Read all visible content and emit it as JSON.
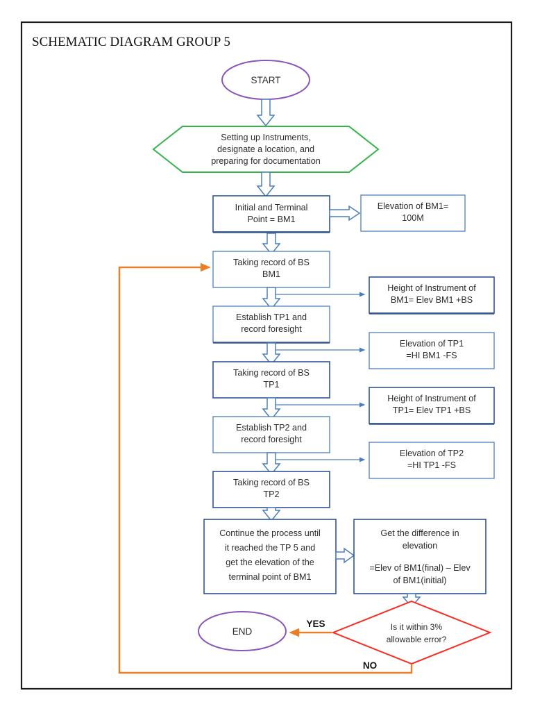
{
  "document": {
    "title": "SCHEMATIC DIAGRAM GROUP 5",
    "frame_color": "#1a1a1a",
    "background": "#ffffff"
  },
  "palette": {
    "terminator_border": "#8a56ba",
    "preparation_border": "#35b44a",
    "process_border": "#2e5496",
    "note_border": "#4a7ebb",
    "decision_border": "#fb2b20",
    "loop_arrow": "#ee7d23",
    "flow_arrow": "#4a7ebb",
    "text": "#2b2b2b"
  },
  "nodes": {
    "start": {
      "shape": "oval",
      "label": "START"
    },
    "prepare": {
      "shape": "hexagon",
      "lines": [
        "Setting up Instruments,",
        "designate a location, and",
        "preparing for documentation"
      ]
    },
    "initial_terminal": {
      "shape": "process",
      "lines": [
        "Initial and Terminal",
        "Point = BM1"
      ]
    },
    "elev_bm1": {
      "shape": "note",
      "lines": [
        "Elevation of BM1=",
        "100M"
      ]
    },
    "bs_bm1": {
      "shape": "process",
      "lines": [
        "Taking record of BS",
        "BM1"
      ]
    },
    "hi_bm1": {
      "shape": "note",
      "lines": [
        "Height of Instrument of",
        "BM1= Elev BM1 +BS"
      ]
    },
    "tp1_foresight": {
      "shape": "process",
      "lines": [
        "Establish TP1 and",
        "record foresight"
      ]
    },
    "elev_tp1": {
      "shape": "note",
      "lines": [
        "Elevation of TP1",
        "=HI BM1 -FS"
      ]
    },
    "bs_tp1": {
      "shape": "process",
      "lines": [
        "Taking record of BS",
        "TP1"
      ]
    },
    "hi_tp1": {
      "shape": "note",
      "lines": [
        "Height of Instrument of",
        "TP1= Elev TP1 +BS"
      ]
    },
    "tp2_foresight": {
      "shape": "process",
      "lines": [
        "Establish TP2 and",
        "record foresight"
      ]
    },
    "elev_tp2": {
      "shape": "note",
      "lines": [
        "Elevation of TP2",
        "=HI TP1 -FS"
      ]
    },
    "bs_tp2": {
      "shape": "process",
      "lines": [
        "Taking record of BS",
        "TP2"
      ]
    },
    "continue_process": {
      "shape": "process",
      "lines": [
        "Continue the process until",
        "it reached the TP 5 and",
        "get the elevation of the",
        "terminal point of BM1"
      ]
    },
    "difference": {
      "shape": "process",
      "lines": [
        "Get the difference in",
        "elevation",
        "",
        "=Elev of BM1(final) – Elev",
        "of BM1(initial)"
      ]
    },
    "decision": {
      "shape": "diamond",
      "lines": [
        "Is it within 3%",
        "allowable error?"
      ]
    },
    "end": {
      "shape": "oval",
      "label": "END"
    }
  },
  "branch_labels": {
    "yes": "YES",
    "no": "NO"
  }
}
